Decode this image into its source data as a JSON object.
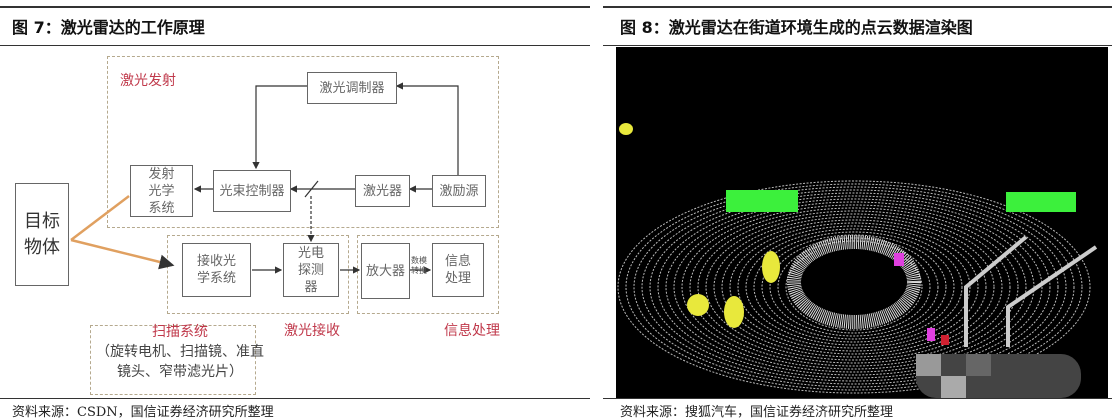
{
  "figure7": {
    "title": "图 7：激光雷达的工作原理",
    "source": "资料来源：CSDN，国信证券经济研究所整理",
    "groups": {
      "emit": "激光发射",
      "receive": "激光接收",
      "process": "信息处理"
    },
    "boxes": {
      "target": "目标物体",
      "modulator": "激光调制器",
      "emit_optics": "发射光学系统",
      "beam_controller": "光束控制器",
      "laser": "激光器",
      "pump": "激励源",
      "recv_optics": "接收光学系统",
      "photodetector": "光电探测器",
      "amplifier": "放大器",
      "dac": "数模转换",
      "info_proc": "信息处理"
    },
    "scan": {
      "title": "扫描系统",
      "detail": "（旋转电机、扫描镜、准直镜头、窄带滤光片）"
    }
  },
  "figure8": {
    "title": "图 8：激光雷达在街道环境生成的点云数据渲染图",
    "source": "资料来源：搜狐汽车，国信证券经济研究所整理"
  },
  "colors": {
    "accent": "#c0394b",
    "car": "#3cf03c",
    "pedestrian": "#f0f03c",
    "cyclist": "#e040e0"
  }
}
